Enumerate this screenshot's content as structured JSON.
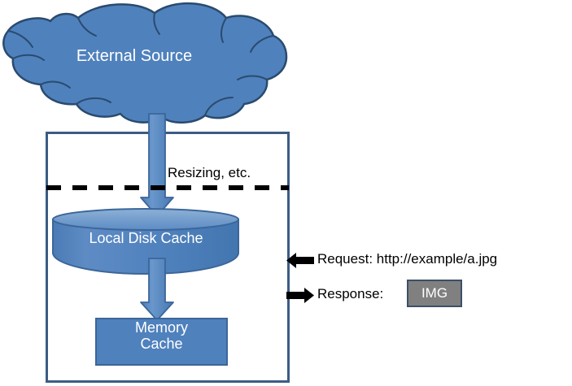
{
  "diagram": {
    "title_text": "External Source",
    "nodes": {
      "cloud": {
        "label": "External Source",
        "shape": "cloud",
        "fill": "#4F81BD",
        "stroke": "#2A4B6E"
      },
      "disk_cache": {
        "label": "Local Disk Cache",
        "shape": "cylinder",
        "fill": "#4F81BD",
        "stroke": "#3B6699"
      },
      "memory_cache": {
        "label_line1": "Memory",
        "label_line2": "Cache",
        "shape": "rectangle",
        "fill": "#4F81BD",
        "stroke": "#3B6699"
      },
      "boundary": {
        "label": "",
        "shape": "rectangle",
        "stroke": "#3B5C85"
      },
      "img_badge": {
        "label": "IMG",
        "fill": "#808080",
        "stroke": "#3B5068"
      }
    },
    "edges": {
      "cloud_to_disk": {
        "label": "",
        "direction": "down",
        "fill": "#4F81BD"
      },
      "disk_to_memory": {
        "label": "",
        "direction": "down",
        "fill": "#4F81BD"
      },
      "request_arrow": {
        "label": "Request: http://example/a.jpg",
        "direction": "left",
        "color": "#000000"
      },
      "response_arrow": {
        "label": "Response:",
        "direction": "right",
        "color": "#000000"
      }
    },
    "annotations": {
      "resizing": "Resizing, etc."
    },
    "colors": {
      "accent_blue": "#4F81BD",
      "dark_blue": "#3B5C85",
      "cloud_stroke": "#2A4B6E",
      "gray": "#808080",
      "black": "#000000",
      "white": "#FFFFFF"
    }
  }
}
